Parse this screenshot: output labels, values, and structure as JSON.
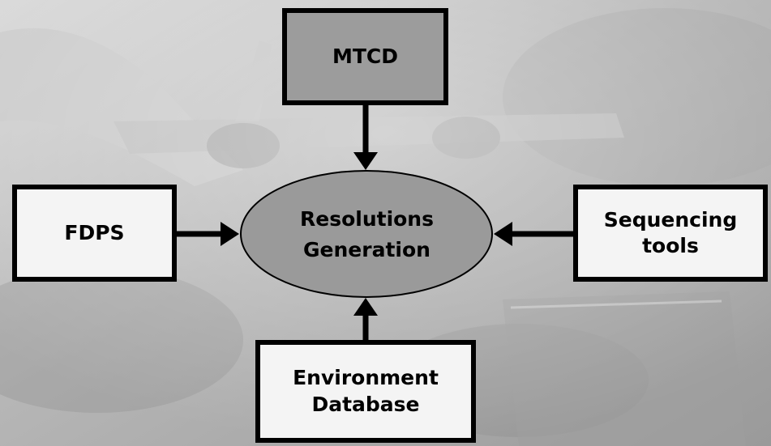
{
  "nodes": {
    "mtcd": "MTCD",
    "fdps": "FDPS",
    "sequencing": "Sequencing\ntools",
    "environment": "Environment\nDatabase",
    "center": "Resolutions\nGeneration"
  },
  "colors": {
    "center_fill": "#9a9a9a",
    "mtcd_fill": "#9c9c9c",
    "box_fill": "#f4f4f4",
    "stroke": "#000000"
  }
}
